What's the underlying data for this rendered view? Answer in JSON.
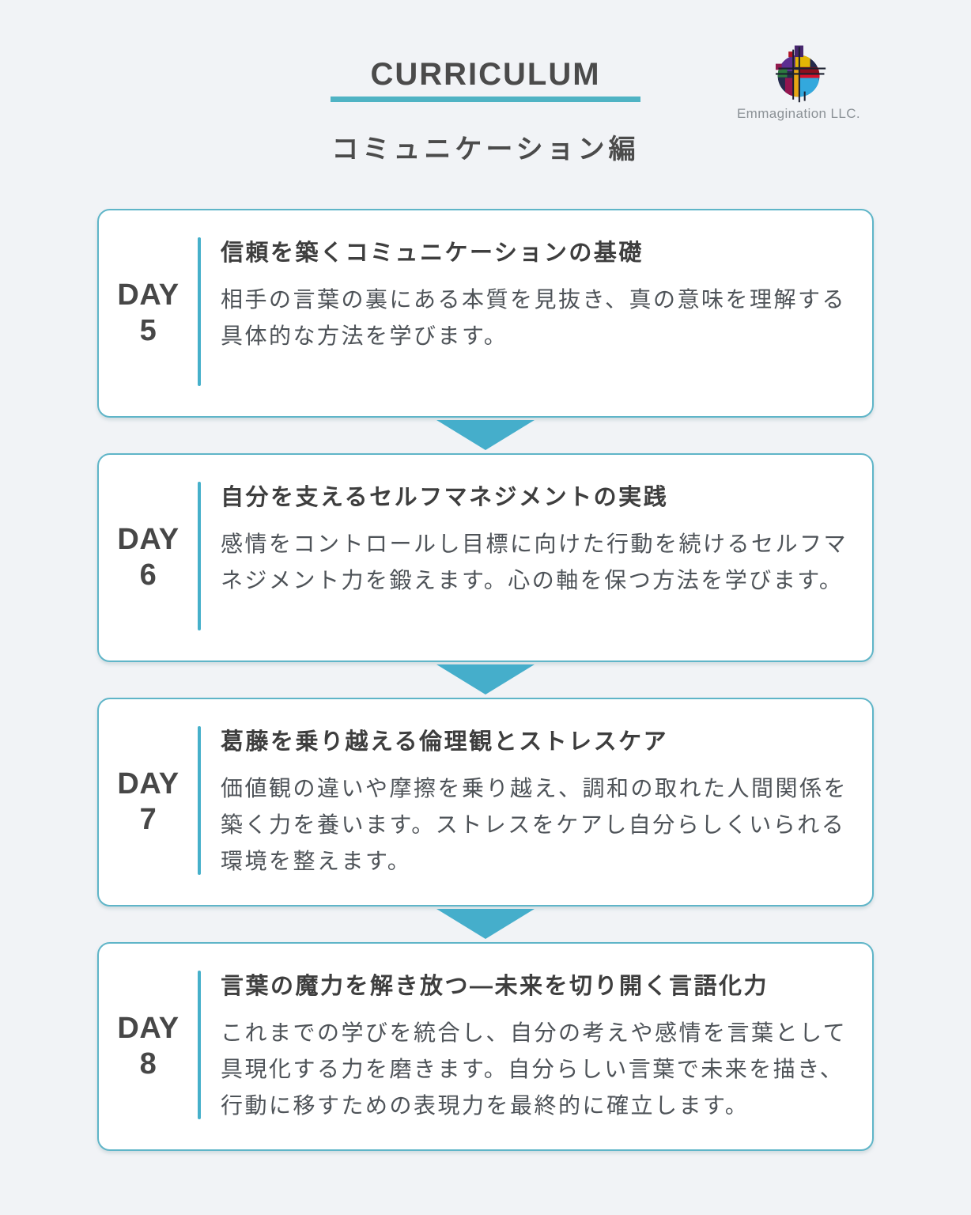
{
  "header": {
    "title": "CURRICULUM",
    "subtitle": "コミュニケーション編",
    "brand": "Emmagination LLC."
  },
  "icons": {
    "logo": "emmagination-stained-glass-circle-logo",
    "flow_arrow": "triangle-down"
  },
  "colors": {
    "accent_teal": "#46B0CA",
    "card_border": "#5FB5C8",
    "arrow": "#45AECB",
    "background": "#F1F3F6",
    "card_background": "#FFFFFF",
    "text_dark": "#4B4B4B",
    "text_body": "#4E5358",
    "brand_text": "#8B9196"
  },
  "days": [
    {
      "label": "DAY",
      "number": "5",
      "title": "信頼を築くコミュニケーションの基礎",
      "description": "相手の言葉の裏にある本質を見抜き、真の意味を理解する\n具体的な方法を学びます。"
    },
    {
      "label": "DAY",
      "number": "6",
      "title": "自分を支えるセルフマネジメントの実践",
      "description": "感情をコントロールし目標に向けた行動を続けるセルフマ\nネジメント力を鍛えます。心の軸を保つ方法を学びます。"
    },
    {
      "label": "DAY",
      "number": "7",
      "title": "葛藤を乗り越える倫理観とストレスケア",
      "description": "価値観の違いや摩擦を乗り越え、調和の取れた人間関係を\n築く力を養います。ストレスをケアし自分らしくいられる\n環境を整えます。"
    },
    {
      "label": "DAY",
      "number": "8",
      "title": "言葉の魔力を解き放つ―未来を切り開く言語化力",
      "description": "これまでの学びを統合し、自分の考えや感情を言葉として\n具現化する力を磨きます。自分らしい言葉で未来を描き、\n行動に移すための表現力を最終的に確立します。"
    }
  ]
}
